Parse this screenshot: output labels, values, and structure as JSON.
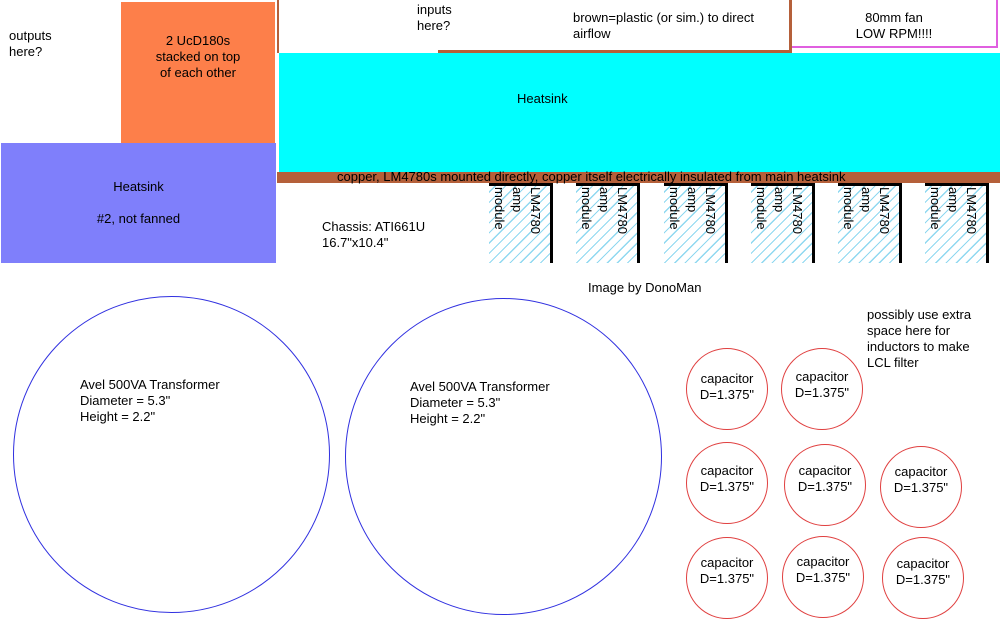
{
  "colors": {
    "orange": "#fd7f4a",
    "cyan": "#00ffff",
    "periwinkle": "#7f7ffb",
    "brown": "#b5603a",
    "magenta": "#e05fe0",
    "transformer_outline": "#3030e0",
    "capacitor_outline": "#e04040",
    "hatch": "#8fd8f0"
  },
  "labels": {
    "outputs": "outputs\nhere?",
    "ucd": "2 UcD180s\nstacked on top\nof each other",
    "inputs": "inputs\nhere?",
    "brown_note": "brown=plastic (or sim.) to direct\nairflow",
    "fan": "80mm fan\nLOW RPM!!!!",
    "heatsink_main": "Heatsink",
    "heatsink2": "Heatsink\n\n#2, not fanned",
    "copper": "copper, LM4780s mounted directly, copper itself electrically insulated from main heatsink",
    "chassis": "Chassis: ATI661U\n16.7\"x10.4\"",
    "credit": "Image by DonoMan",
    "lcl_note": "possibly use extra\nspace here for\ninductors to make\nLCL filter"
  },
  "modules": [
    {
      "l1": "LM4780",
      "l2": "amp",
      "l3": "module"
    },
    {
      "l1": "LM4780",
      "l2": "amp",
      "l3": "module"
    },
    {
      "l1": "LM4780",
      "l2": "amp",
      "l3": "module"
    },
    {
      "l1": "LM4780",
      "l2": "amp",
      "l3": "module"
    },
    {
      "l1": "LM4780",
      "l2": "amp",
      "l3": "module"
    },
    {
      "l1": "LM4780",
      "l2": "amp",
      "l3": "module"
    }
  ],
  "transformers": [
    {
      "text": "Avel 500VA Transformer\nDiameter = 5.3\"\nHeight = 2.2\""
    },
    {
      "text": "Avel 500VA Transformer\nDiameter = 5.3\"\nHeight = 2.2\""
    }
  ],
  "capacitors": [
    {
      "text": "capacitor\nD=1.375\""
    },
    {
      "text": "capacitor\nD=1.375\""
    },
    {
      "text": "capacitor\nD=1.375\""
    },
    {
      "text": "capacitor\nD=1.375\""
    },
    {
      "text": "capacitor\nD=1.375\""
    },
    {
      "text": "capacitor\nD=1.375\""
    },
    {
      "text": "capacitor\nD=1.375\""
    },
    {
      "text": "capacitor\nD=1.375\""
    }
  ]
}
